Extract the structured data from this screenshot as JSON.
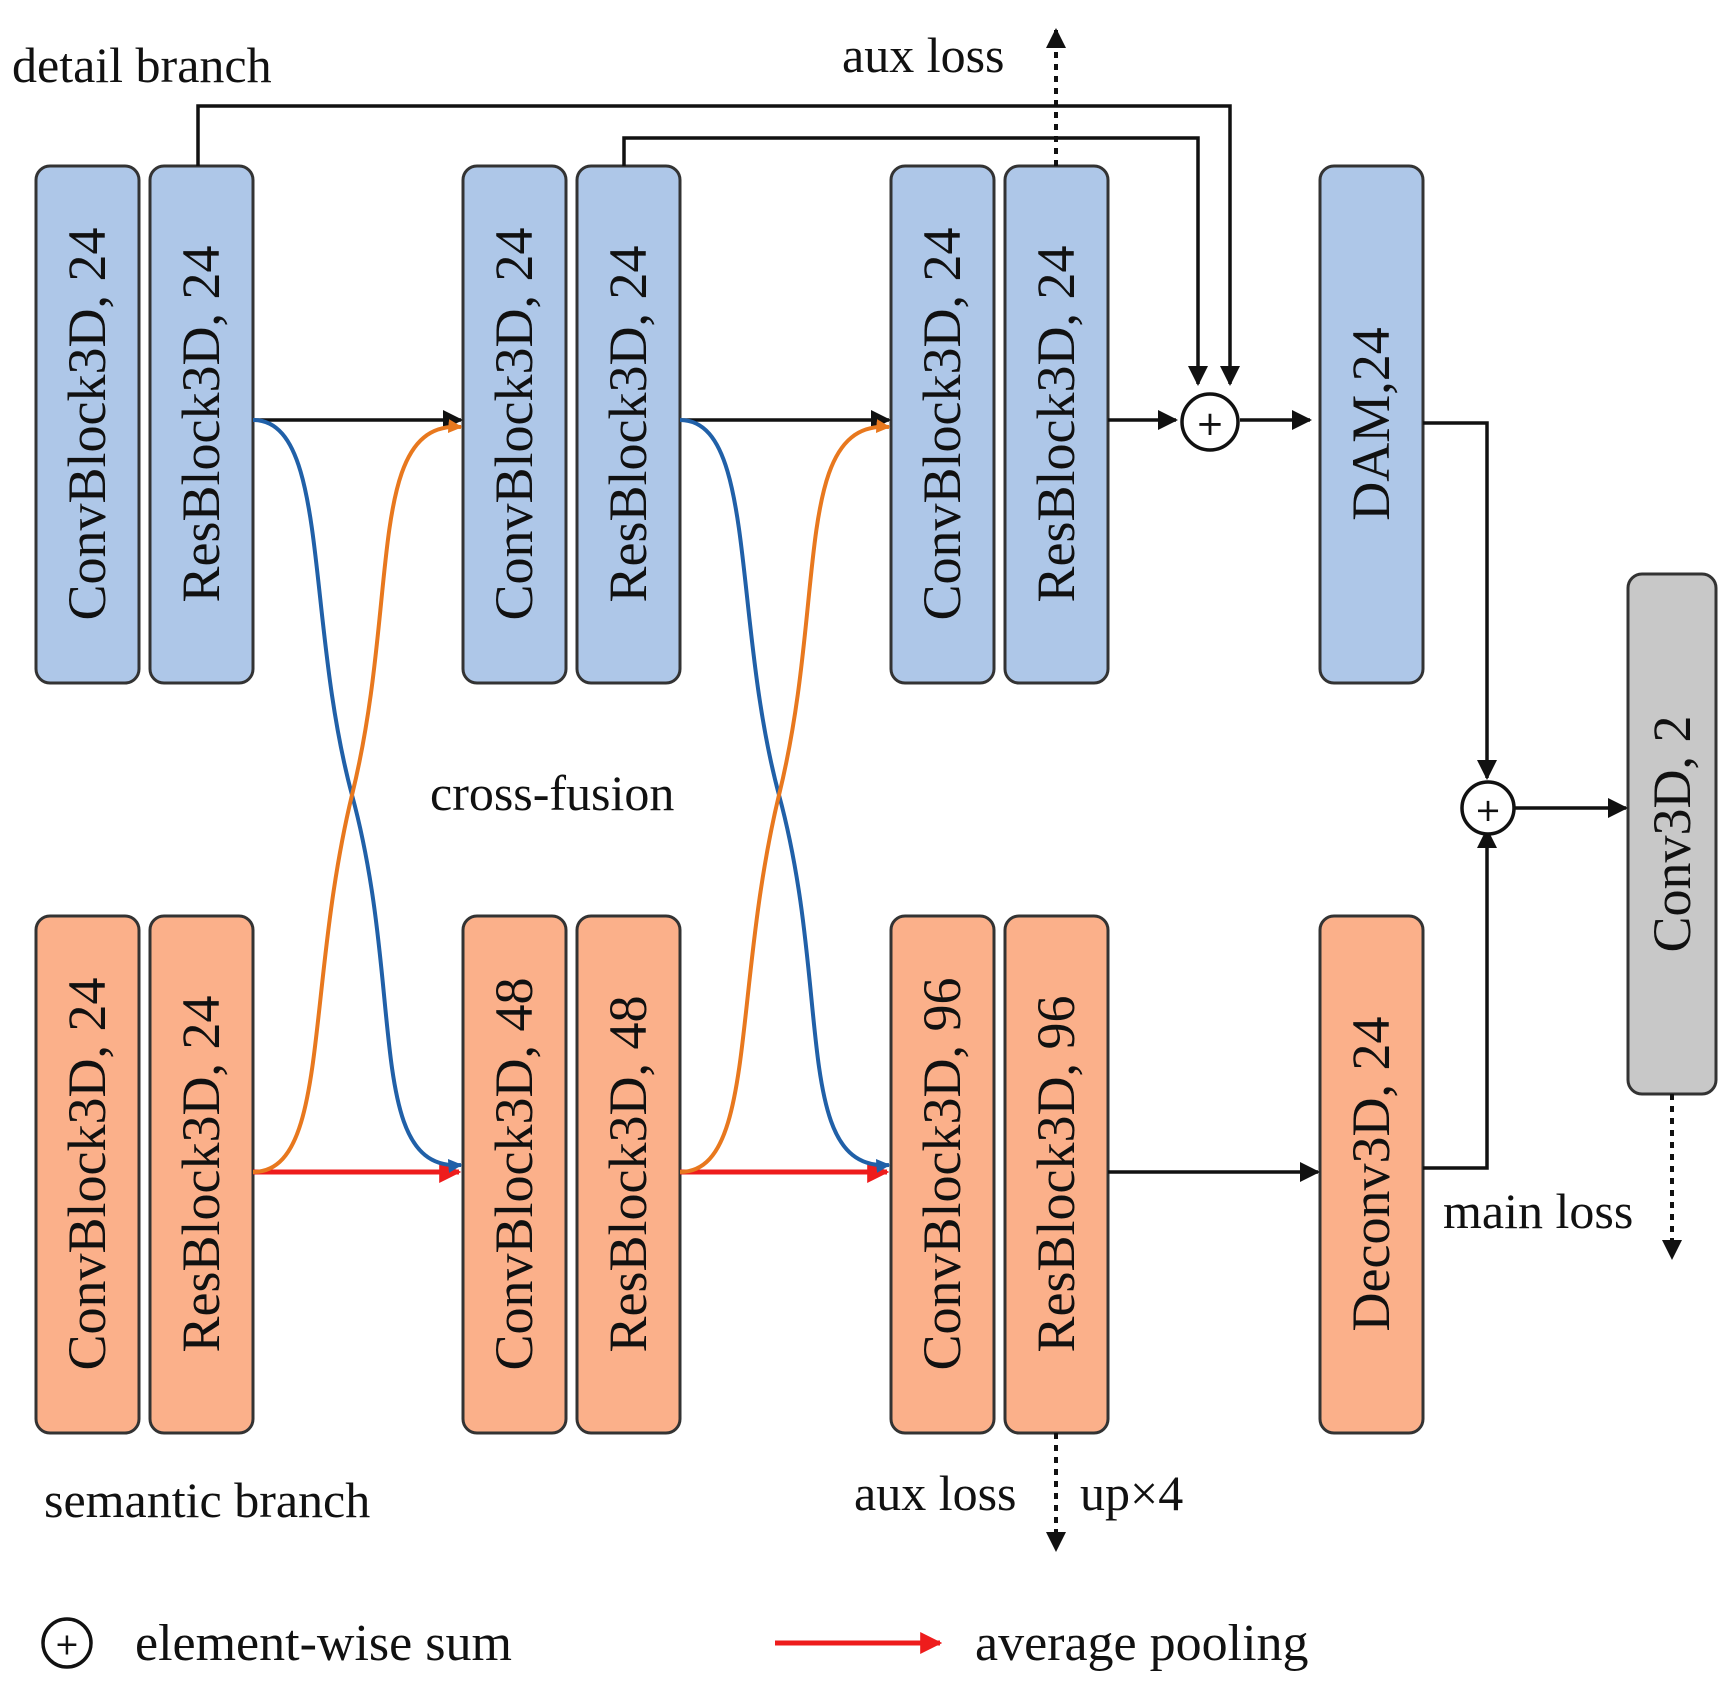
{
  "colors": {
    "detail_fill": "#aec7e8",
    "semantic_fill": "#fbb08a",
    "output_fill": "#c8c8c8",
    "block_stroke": "#333333",
    "cross_blue": "#2060a8",
    "cross_orange": "#e8781e",
    "pooling_red": "#ee1c1c",
    "arrow_black": "#111111"
  },
  "labels": {
    "detail_branch": "detail branch",
    "semantic_branch": "semantic branch",
    "cross_fusion": "cross-fusion",
    "aux_loss_top": "aux loss",
    "aux_loss_bottom": "aux loss",
    "up_x4": "up×4",
    "main_loss": "main loss"
  },
  "detail_blocks": [
    "ConvBlock3D, 24",
    "ResBlock3D, 24",
    "ConvBlock3D, 24",
    "ResBlock3D, 24",
    "ConvBlock3D, 24",
    "ResBlock3D, 24",
    "DAM,24"
  ],
  "semantic_blocks": [
    "ConvBlock3D, 24",
    "ResBlock3D, 24",
    "ConvBlock3D, 48",
    "ResBlock3D, 48",
    "ConvBlock3D, 96",
    "ResBlock3D, 96",
    "Deconv3D, 24"
  ],
  "output_block": "Conv3D, 2",
  "sum_symbol": "+",
  "legend": {
    "sum": "element-wise sum",
    "pooling": "average pooling"
  },
  "icons": {
    "sum": "circled-plus-icon",
    "arrow": "arrowhead-icon"
  }
}
